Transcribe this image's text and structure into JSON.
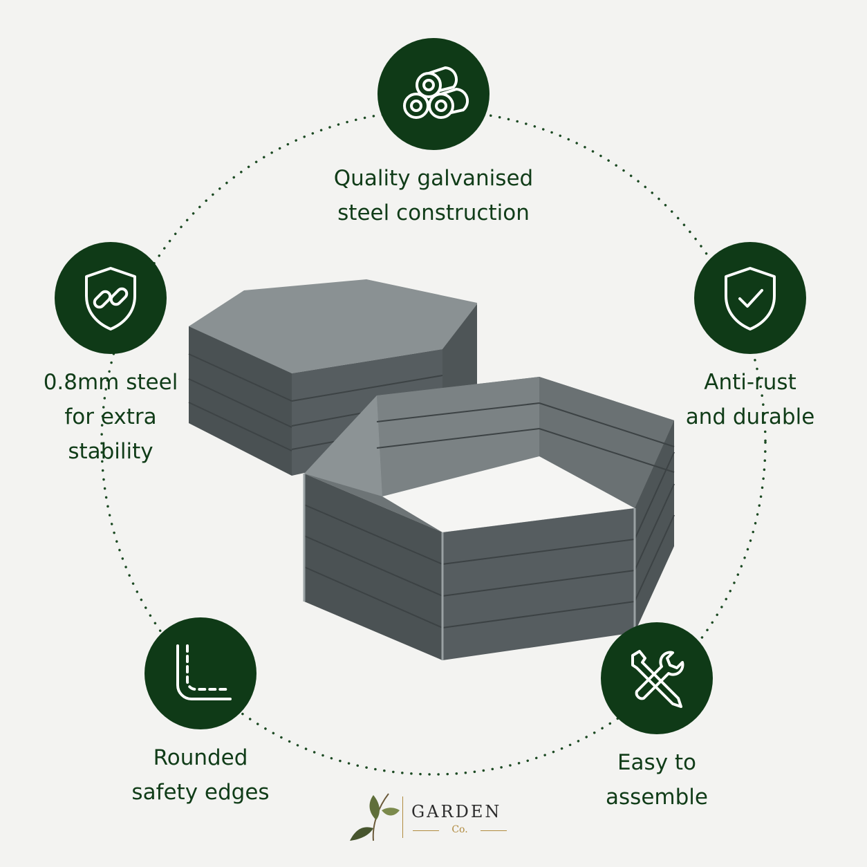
{
  "features": {
    "top": {
      "icon": "steel-pipes-icon",
      "lines": [
        "Quality galvanised",
        "steel construction"
      ]
    },
    "left": {
      "icon": "shield-chain-icon",
      "lines": [
        "0.8mm steel",
        "for extra",
        "stability"
      ]
    },
    "right": {
      "icon": "shield-check-icon",
      "lines": [
        "Anti-rust",
        "and durable"
      ]
    },
    "bottom_left": {
      "icon": "rounded-corner-icon",
      "lines": [
        "Rounded",
        "safety edges"
      ]
    },
    "bottom_right": {
      "icon": "wrench-screwdriver-icon",
      "lines": [
        "Easy to",
        "assemble"
      ]
    }
  },
  "brand": {
    "name": "GARDEN",
    "sub": "Co."
  },
  "colors": {
    "accent": "#0f3a17",
    "steel": "#5b6264",
    "background": "#f3f3f1",
    "gold": "#b08a3e"
  }
}
